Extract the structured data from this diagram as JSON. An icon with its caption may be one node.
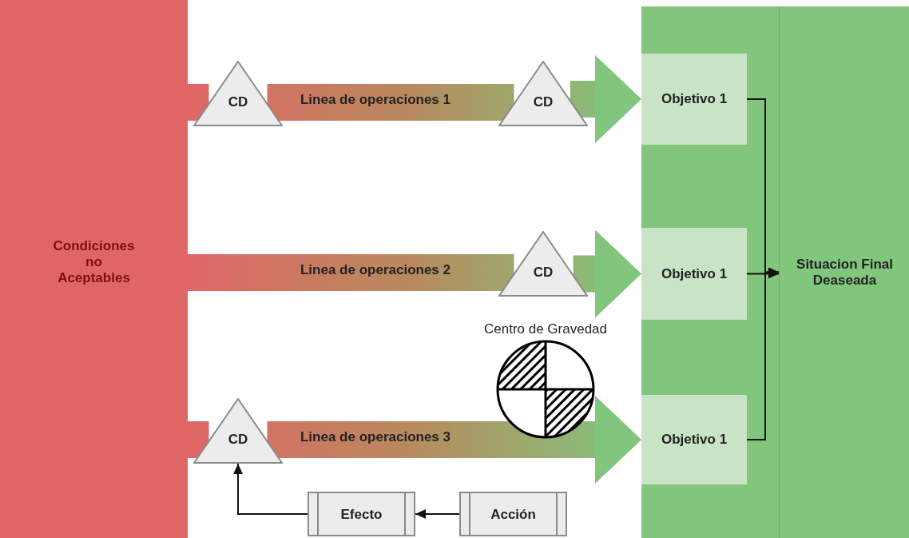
{
  "diagram": {
    "nodes": [
      {
        "text": [
          "Condiciones no Aceptables"
        ]
      },
      {
        "text": [],
        "shape": "box"
      },
      {
        "text": [
          "Situacion Final Deaseada"
        ],
        "in": 1
      },
      {
        "text": [
          "Objetivo 1"
        ],
        "in": 1
      },
      {
        "text": [
          "Objetivo 1"
        ],
        "in": 1
      },
      {
        "text": [
          "Objetivo 1"
        ],
        "in": 1
      },
      {
        "text": [
          "CD"
        ]
      },
      {
        "text": [
          "CD"
        ]
      },
      {
        "text": [
          "CD"
        ]
      },
      {
        "text": [
          "Centro de Gravedad"
        ]
      },
      {
        "text": [
          "CD"
        ]
      },
      {
        "text": [
          "Efecto"
        ]
      },
      {
        "text": [
          "Acción"
        ]
      }
    ],
    "edges": [
      {
        "from": 0,
        "to": 6,
        "arrow": "none",
        "style": "thick"
      },
      {
        "from": 6,
        "to": 7,
        "arrow": "none",
        "label": "Linea de operaciones 1",
        "style": "thick"
      },
      {
        "from": 7,
        "to": 3,
        "arrow": "to",
        "style": "thick"
      },
      {
        "from": 0,
        "to": 8,
        "arrow": "none",
        "label": "Linea de operaciones 2",
        "style": "thick"
      },
      {
        "from": 8,
        "to": 4,
        "arrow": "to",
        "style": "thick"
      },
      {
        "from": 0,
        "to": 10,
        "arrow": "none",
        "style": "thick"
      },
      {
        "from": 10,
        "to": 5,
        "arrow": "to",
        "label": "Linea de operaciones 3",
        "style": "thick"
      },
      {
        "from": 3,
        "to": 2,
        "arrow": "to"
      },
      {
        "from": 4,
        "to": 2,
        "arrow": "to"
      },
      {
        "from": 5,
        "to": 2,
        "arrow": "to"
      },
      {
        "from": 12,
        "to": 11,
        "arrow": "to"
      },
      {
        "from": 11,
        "to": 10,
        "arrow": "to"
      }
    ]
  }
}
